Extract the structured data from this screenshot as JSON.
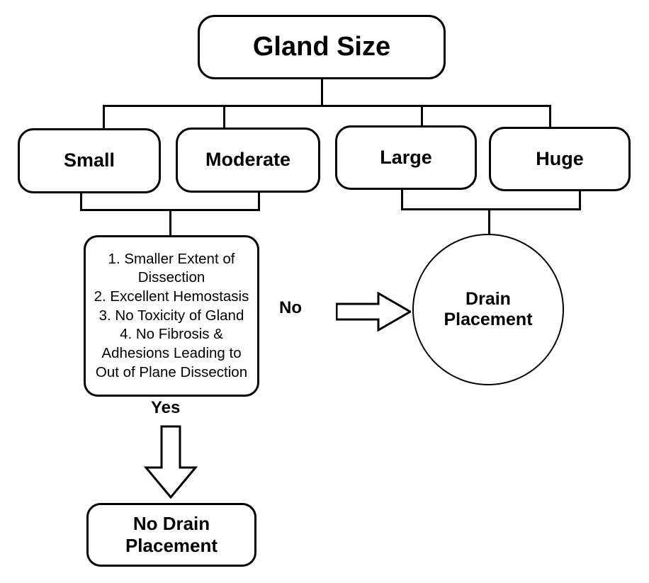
{
  "diagram": {
    "title": "Gland Size",
    "root": {
      "label": "Gland Size"
    },
    "size_options": [
      {
        "id": "small",
        "label": "Small"
      },
      {
        "id": "moderate",
        "label": "Moderate"
      },
      {
        "id": "large",
        "label": "Large"
      },
      {
        "id": "huge",
        "label": "Huge"
      }
    ],
    "criteria": {
      "lines": [
        "1. Smaller Extent of",
        "Dissection",
        "2. Excellent Hemostasis",
        "3. No Toxicity of Gland",
        "4.  No Fibrosis &",
        "Adhesions Leading to",
        "Out of Plane Dissection"
      ],
      "items": [
        "1. Smaller Extent of Dissection",
        "2. Excellent Hemostasis",
        "3. No Toxicity of Gland",
        "4. No Fibrosis & Adhesions Leading to Out of Plane Dissection"
      ]
    },
    "outcomes": {
      "drain_placement": {
        "line1": "Drain",
        "line2": "Placement"
      },
      "no_drain_placement": {
        "line1": "No Drain",
        "line2": "Placement"
      }
    },
    "edge_labels": {
      "no": "No",
      "yes": "Yes"
    },
    "colors": {
      "stroke": "#000000",
      "fill": "#FFFFFF",
      "text": "#000000"
    }
  }
}
